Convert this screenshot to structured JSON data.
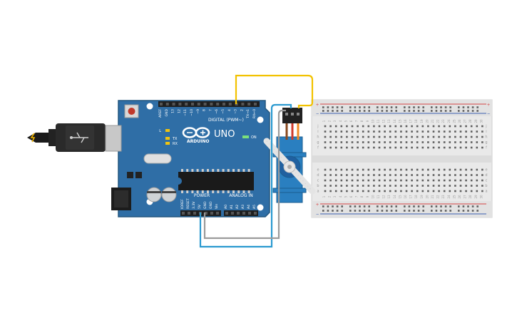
{
  "arduino": {
    "uno_label": "UNO",
    "brand_label": "ARDUINO",
    "digital_label": "DIGITAL (PWM~)",
    "power_label": "POWER",
    "analog_label": "ANALOG IN",
    "on_label": "ON",
    "tx_label": "TX",
    "rx_label": "RX",
    "l_label": "L",
    "digital_pins": [
      "AREF",
      "GND",
      "13",
      "12",
      "~11",
      "~10",
      "~9",
      "8",
      "7",
      "~6",
      "~5",
      "4",
      "~3",
      "2",
      "TX→1",
      "RX←0"
    ],
    "power_pins": [
      "IOREF",
      "RESET",
      "3.3V",
      "5V",
      "GND",
      "GND",
      "Vin"
    ],
    "analog_pins": [
      "A0",
      "A1",
      "A2",
      "A3",
      "A4",
      "A5"
    ]
  },
  "breadboard": {
    "row_letters_top": [
      "j",
      "i",
      "h",
      "g",
      "f"
    ],
    "row_letters_bottom": [
      "e",
      "d",
      "c",
      "b",
      "a"
    ],
    "columns": [
      "1",
      "2",
      "3",
      "4",
      "5",
      "6",
      "7",
      "8",
      "9",
      "10",
      "11",
      "12",
      "13",
      "14",
      "15",
      "16",
      "17",
      "18",
      "19",
      "20",
      "21",
      "22",
      "23",
      "24",
      "25",
      "26",
      "27",
      "28",
      "29",
      "30"
    ],
    "rail_plus": "+",
    "rail_minus": "−"
  },
  "colors": {
    "board": "#2f6ea6",
    "board_dark": "#23577f",
    "wire_signal": "#f2c200",
    "wire_power": "#2b9ad0",
    "wire_ground": "#9a9a9a",
    "servo_body": "#2a7fc0"
  }
}
